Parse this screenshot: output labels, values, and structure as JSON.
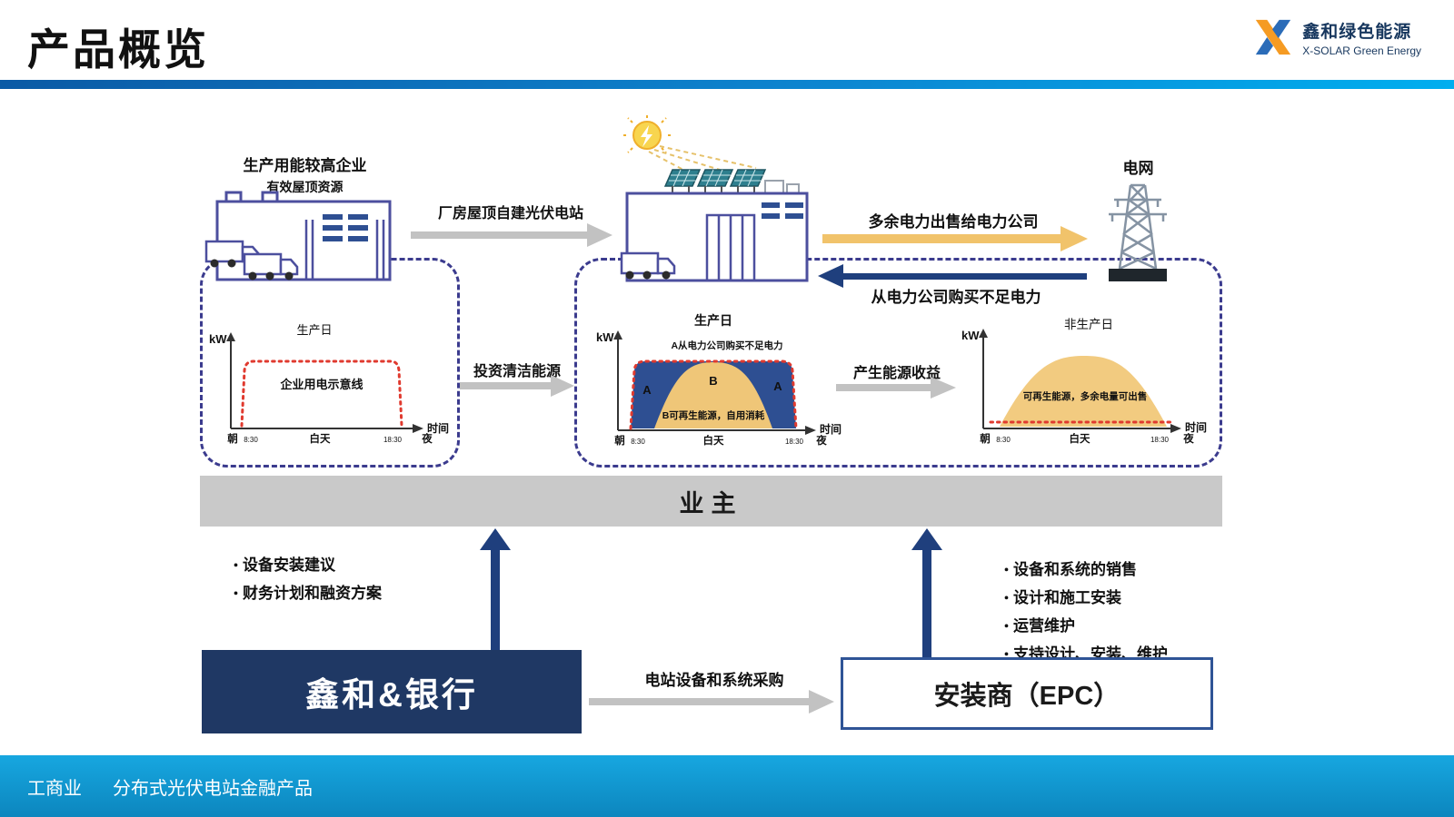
{
  "palette": {
    "brand_navy": "#1F3864",
    "accent_blue": "#1F3F7D",
    "header_bar_left": "#0B5AA5",
    "header_bar_right": "#00AEEF",
    "footer_blue": "#0F9BD7",
    "arrow_gray": "#C2C2C2",
    "arrow_yellow": "#F1C36B",
    "curve_red": "#E03A2F",
    "area_blue": "#2E4F92",
    "area_yellow": "#EFC678",
    "building_purple": "#4C4F9E",
    "owner_gray": "#C9C9C9"
  },
  "header": {
    "title": "产品概览",
    "logo": {
      "name": "鑫和绿色能源",
      "subtitle": "X-SOLAR Green Energy"
    }
  },
  "diagram": {
    "left_factory": {
      "label_top": "生产用能较高企业",
      "label_sub": "有效屋顶资源"
    },
    "arrow_build_label": "厂房屋顶自建光伏电站",
    "arrow_sell_label": "多余电力出售给电力公司",
    "arrow_buy_label": "从电力公司购买不足电力",
    "grid_label": "电网",
    "chart_left": {
      "type": "line",
      "title": "生产日",
      "ylabel": "kW",
      "xlabel": "时间",
      "curve_label": "企业用电示意线",
      "ticks": [
        "朝",
        "8:30",
        "白天",
        "18:30",
        "夜"
      ]
    },
    "arrow_invest_label": "投资清洁能源",
    "chart_center": {
      "type": "area",
      "title": "生产日",
      "ylabel": "kW",
      "xlabel": "时间",
      "letter_a": "A",
      "letter_b": "B",
      "label_a": "A从电力公司购买不足电力",
      "label_b": "B可再生能源，自用消耗",
      "ticks": [
        "朝",
        "8:30",
        "白天",
        "18:30",
        "夜"
      ]
    },
    "arrow_revenue_label": "产生能源收益",
    "chart_right": {
      "type": "area",
      "title": "非生产日",
      "ylabel": "kW",
      "xlabel": "时间",
      "curve_label": "可再生能源，多余电量可出售",
      "ticks": [
        "朝",
        "8:30",
        "白天",
        "18:30",
        "夜"
      ]
    },
    "owner_label": "业主",
    "bank_services": [
      "设备安装建议",
      "财务计划和融资方案"
    ],
    "epc_services": [
      "设备和系统的销售",
      "设计和施工安装",
      "运营维护",
      "支持设计、安装、维护"
    ],
    "bank_box_label": "鑫和&银行",
    "arrow_procure_label": "电站设备和系统采购",
    "epc_box_label": "安装商（EPC）"
  },
  "footer": {
    "segment1": "工商业",
    "segment2": "分布式光伏电站金融产品"
  }
}
